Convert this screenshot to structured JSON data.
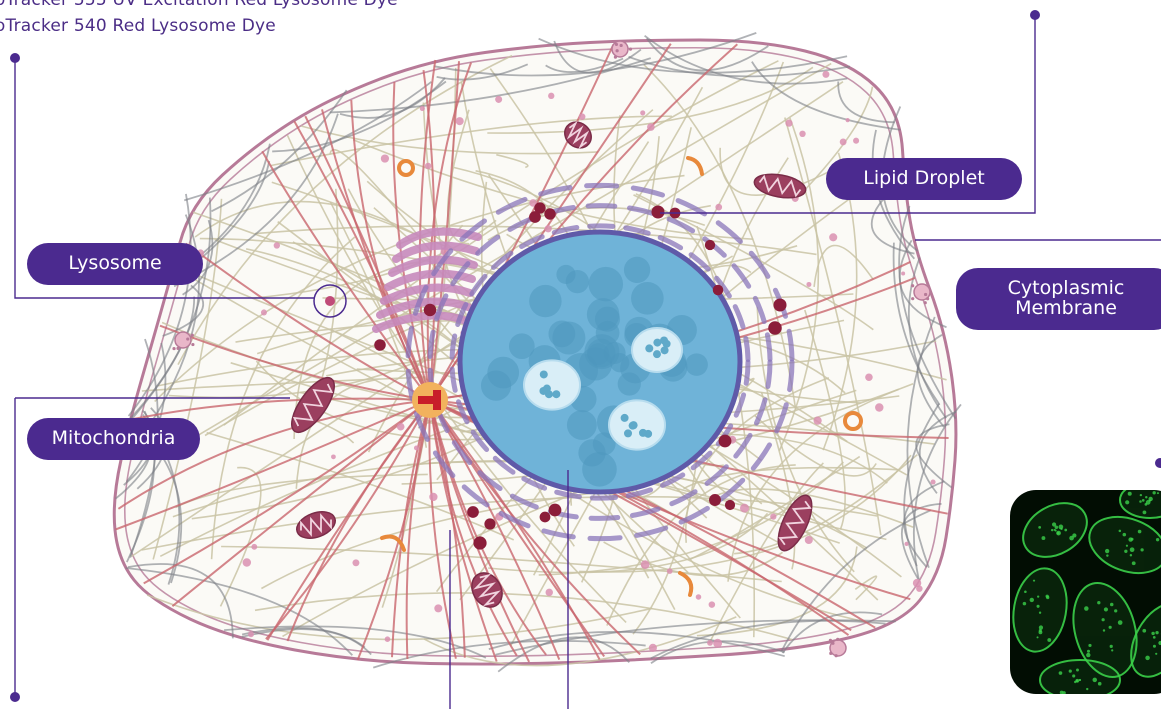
{
  "header": {
    "line1": "ioTracker 555 UV Excitation Red Lysosome Dye",
    "line2": "ioTracker 540 Red Lysosome Dye"
  },
  "labels": {
    "lysosome": "Lysosome",
    "mitochondria": "Mitochondria",
    "lipid_droplet": "Lipid Droplet",
    "membrane_line1": "Cytoplasmic",
    "membrane_line2": "Membrane"
  },
  "colors": {
    "accent": "#4b2a8f",
    "membrane": "#b77a98",
    "nucleus": "#6fb3d8",
    "nucleolus": "#d9eef7",
    "microtubule": "#c9c3a5",
    "actin": "#7c7f86",
    "radiating_fiber": "#c9666e",
    "golgi": "#c689bd",
    "er": "#8a76b9",
    "lipid_droplet": "#8b1d3a",
    "mitochondria": "#9b3f5f",
    "vesicle_orange": "#e8893b",
    "fluorescence": "#3bd14a"
  },
  "icons": [
    "cell-diagram",
    "fluorescence-micrograph"
  ]
}
